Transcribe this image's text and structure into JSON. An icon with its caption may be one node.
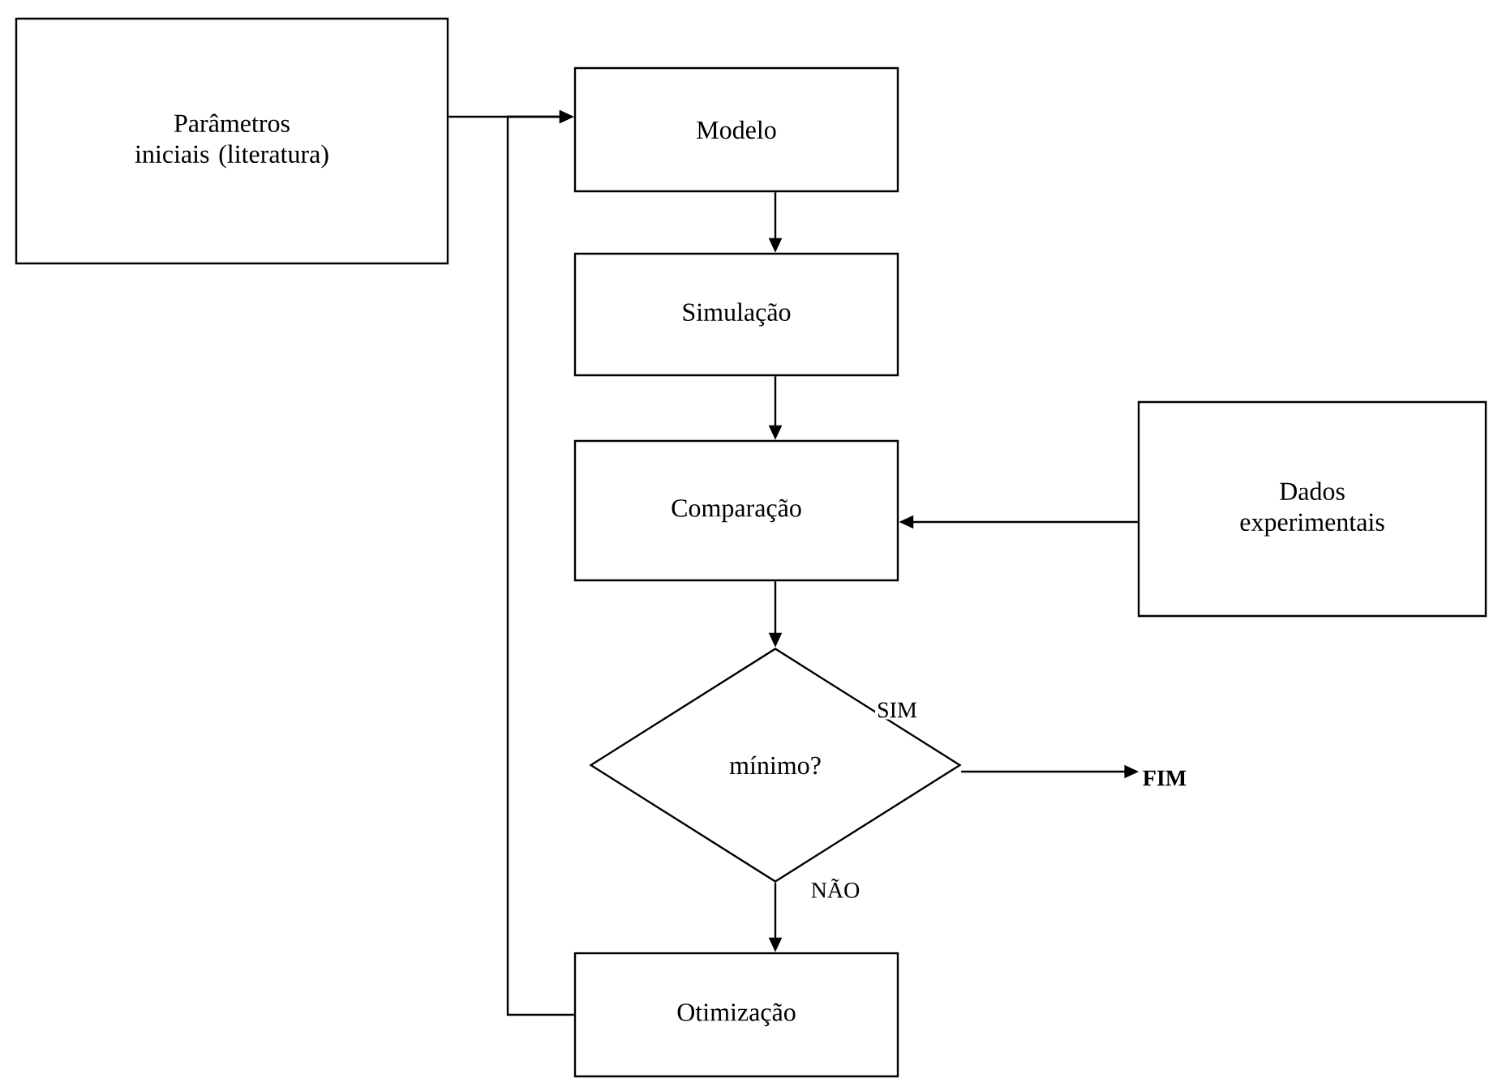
{
  "diagram": {
    "nodes": [
      {
        "text": [
          "Parâmetros iniciais (literatura)"
        ]
      },
      {
        "text": [
          "Modelo"
        ]
      },
      {
        "text": [
          "Simulação"
        ]
      },
      {
        "text": [
          "Comparação"
        ]
      },
      {
        "text": [
          "Dados experimentais"
        ]
      },
      {
        "text": [
          "mínimo?"
        ]
      },
      {
        "text": [
          "FIM"
        ]
      },
      {
        "text": [
          "Otimização"
        ]
      }
    ],
    "edges": [
      {
        "from": 0,
        "to": 1,
        "arrow": "to"
      },
      {
        "from": 7,
        "to": 1,
        "arrow": "to"
      },
      {
        "from": 1,
        "to": 2,
        "arrow": "to"
      },
      {
        "from": 2,
        "to": 3,
        "arrow": "to"
      },
      {
        "from": 4,
        "to": 3,
        "arrow": "to"
      },
      {
        "from": 3,
        "to": 5,
        "arrow": "to"
      },
      {
        "from": 5,
        "to": 6,
        "arrow": "to",
        "label": "SIM"
      },
      {
        "from": 5,
        "to": 7,
        "arrow": "to",
        "label": "NÃO"
      }
    ]
  }
}
